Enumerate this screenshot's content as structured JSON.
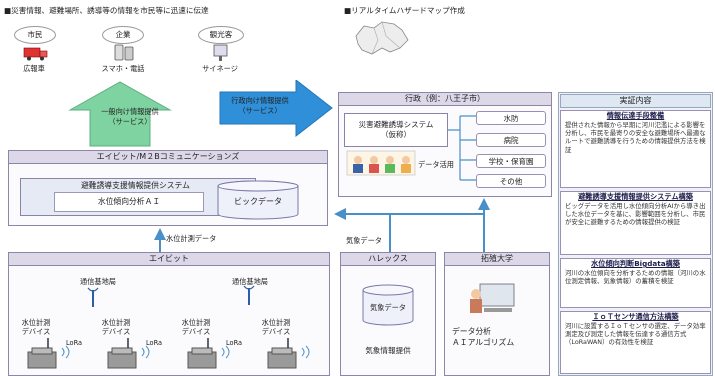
{
  "top": {
    "left_heading": "■災害情報、避難場所、誘導等の情報を市民等に迅速に伝達",
    "right_heading": "■リアルタイムハザードマップ作成",
    "users": [
      {
        "label": "市民",
        "caption": "広報車"
      },
      {
        "label": "企業",
        "caption": "スマホ・電話"
      },
      {
        "label": "観光客",
        "caption": "サイネージ"
      }
    ]
  },
  "arrows": {
    "public_service": "一般向け情報提供\n（サービス）",
    "gov_service": "行政向け情報提供\n（サービス）",
    "water_data": "水位計測データ",
    "weather_data": "気象データ",
    "data_use": "データ活用"
  },
  "gov": {
    "title": "行政（例：八王子市）",
    "system": "災害避難誘導システム\n（仮称）",
    "departments": [
      "水防",
      "病院",
      "学校・保育園",
      "その他"
    ]
  },
  "m2b": {
    "title": "エイビット/M２Bコミュニケーションズ",
    "system": "避難誘導支援情報提供システム",
    "ai": "水位傾向分析ＡＩ",
    "bigdata": "ビックデータ"
  },
  "abit": {
    "title": "エイビット",
    "station_label": "通信基地局",
    "device_label": "水位計測\nデバイス",
    "lora": "LoRa"
  },
  "halex": {
    "title": "ハレックス",
    "db": "気象データ",
    "caption": "気象情報提供"
  },
  "takushoku": {
    "title": "拓殖大学",
    "caption": "データ分析\nＡＩアルゴリズム"
  },
  "content": {
    "title": "実証内容",
    "items": [
      {
        "title": "情報伝達手段整備",
        "body": "提供された情報から早期に河川氾濫による影響を分析し、市民を最寄りの安全な避難場所へ最適なルートで避難誘導を行うための情報提供方法を検証"
      },
      {
        "title": "避難誘導支援情報提供システム構築",
        "body": "ビッグデータを活用し水位傾向分析AIから導き出した水位データを基に、影響範囲を分析し、市民が安全に避難するための情報提供の検証"
      },
      {
        "title": "水位傾向判断Bigdata構築",
        "body": "河川の水位傾向を分析するための情報（河川の水位測定情報、気象情報）の蓄積を検証"
      },
      {
        "title": "ＩｏＴセンサ通信方法構築",
        "body": "河川に設置するＩｏＴセンサの選定、データ効率測定及び測定した情報を伝達する通信方式（LoRaWAN）の有効性を検証"
      }
    ]
  },
  "colors": {
    "green_arrow": "#7fd3a0",
    "blue_arrow": "#2f8fd8",
    "frame": "#8e86a8",
    "header_fill": "#dcd8e8",
    "line_blue": "#4a90c8"
  }
}
